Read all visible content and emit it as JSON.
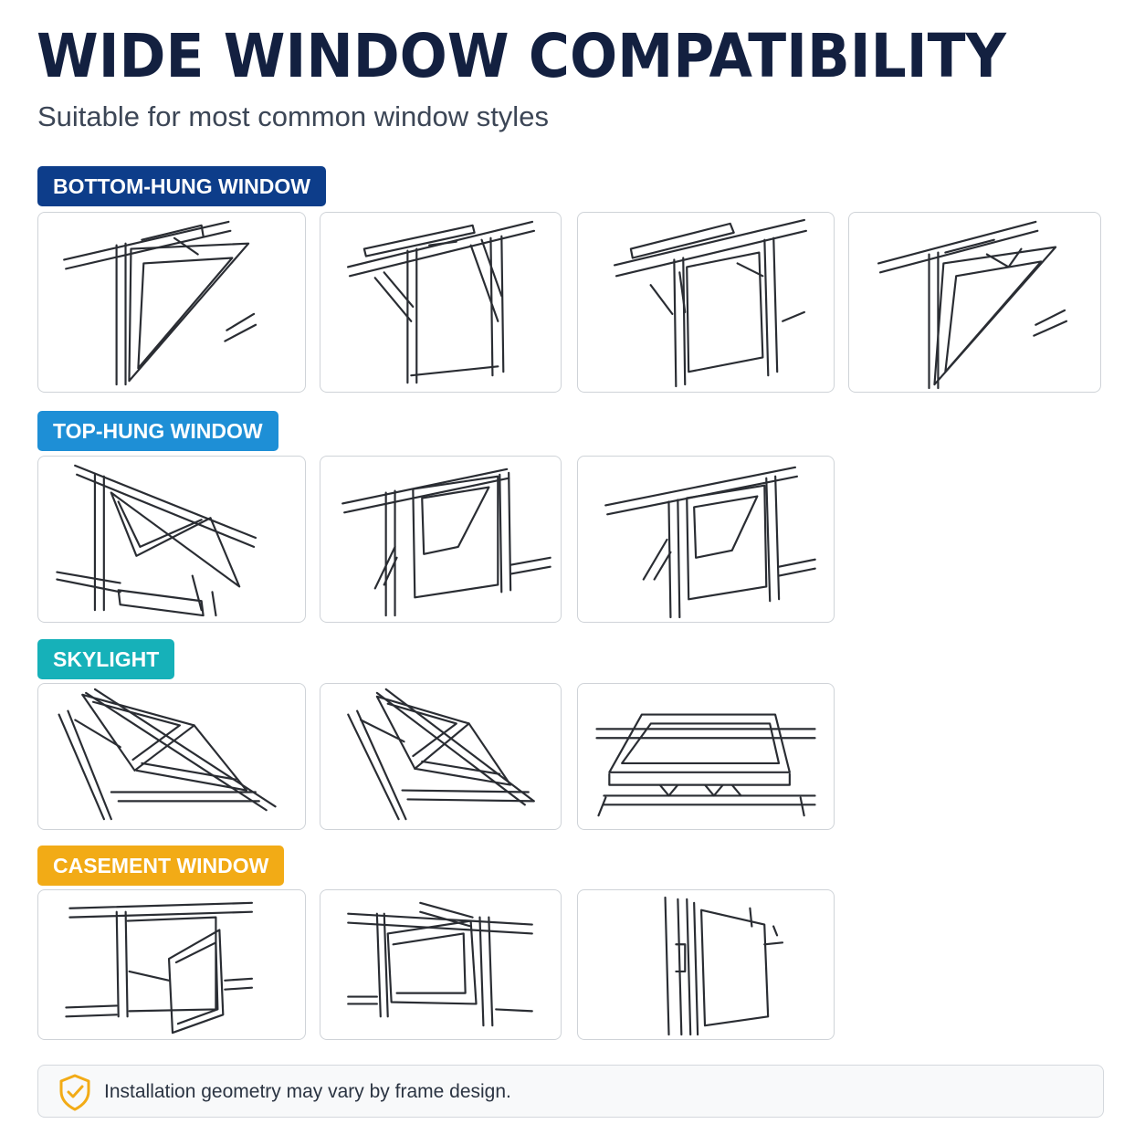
{
  "header": {
    "title": "WIDE WINDOW COMPATIBILITY",
    "subtitle": "Suitable for most common window styles"
  },
  "sections": [
    {
      "label": "BOTTOM-HUNG WINDOW",
      "color": "#0d3d8a",
      "illustrations": 4
    },
    {
      "label": "TOP-HUNG WINDOW",
      "color": "#1e8fd6",
      "illustrations": 3
    },
    {
      "label": "SKYLIGHT",
      "color": "#16b1b9",
      "illustrations": 3
    },
    {
      "label": "CASEMENT WINDOW",
      "color": "#f2ab16",
      "illustrations": 3
    }
  ],
  "footer": {
    "icon": "shield-check-icon",
    "icon_color": "#f2ab16",
    "note": "Installation geometry may vary by frame design."
  }
}
